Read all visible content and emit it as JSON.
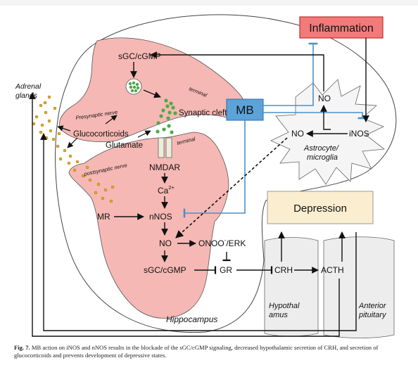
{
  "labels": {
    "inflammation": "Inflammation",
    "mb": "MB",
    "depression": "Depression",
    "sgc_top": "sGC/cGMP",
    "terminal_top": "terminal",
    "presynaptic_nerve": "Presynaptic  nerve",
    "synaptic_cleft": "Synaptic cleft",
    "adrenal_glands": "Adrenal\nglands",
    "glucocorticoids": "Glucocorticoids",
    "glutamate": "Glutamate",
    "nmdar": "NMDAR",
    "terminal_bottom": "terminal",
    "postsynaptic_nerve": "postsynaptic  nerve",
    "ca": "Ca",
    "ca_sup": "2+",
    "mr": "MR",
    "nnos": "nNOS",
    "no_mid": "NO",
    "onoo": "ONOO",
    "onoo_sup": "-",
    "erk": "/ERK",
    "sgc_bottom": "sGC/cGMP",
    "gr": "GR",
    "crh": "CRH",
    "acth": "ACTH",
    "no_astro_top": "NO",
    "no_astro_left": "NO",
    "inos": "iNOS",
    "astrocyte": "Astrocyte/\nmicroglia",
    "hippocampus": "Hippocampus",
    "hypothalamus": "Hypothal\namus",
    "anterior_pituitary": "Anterior\npituitary"
  },
  "caption": {
    "figure_label": "Fig. 7.",
    "text": "MB action on iNOS and nNOS results in the blockade of the sGC/cGMP signaling, decreased hypothalamic secretion of CRH, and secretion of glucocorticoids and prevents development of depressive states."
  },
  "colors": {
    "inflammation_fill": "#f27a7a",
    "mb_fill": "#5ba3d9",
    "depression_fill": "#fbeed0",
    "neuron_fill": "#f6b8b4",
    "granule": "#e2a92a",
    "vesicle": "#4caa45",
    "mb_line": "#4a90c9"
  }
}
